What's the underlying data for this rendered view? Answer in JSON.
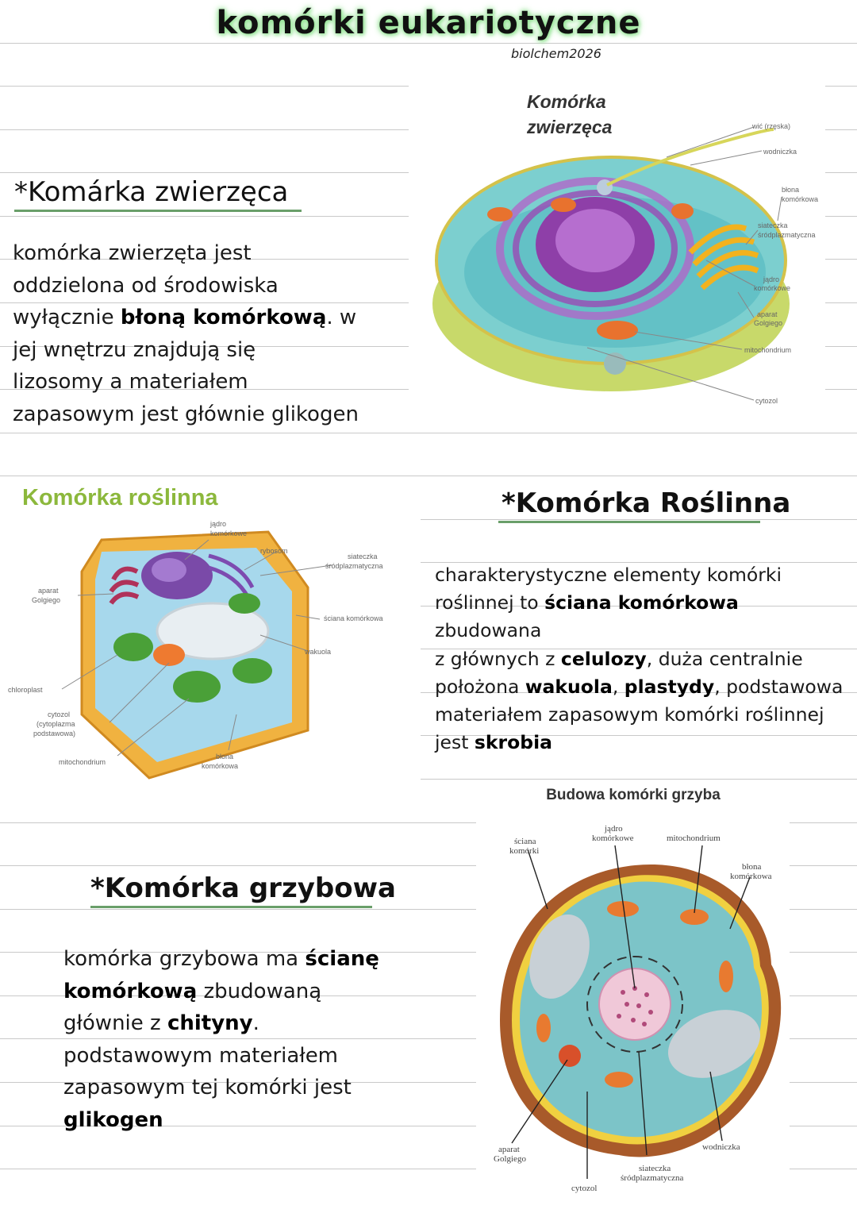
{
  "page": {
    "title": "komórki eukariotyczne",
    "author": "biolchem2026"
  },
  "animal": {
    "heading": "*Komárka zwierzęca",
    "lines": [
      [
        "komórka zwierzęta jest"
      ],
      [
        "oddzielona od środowiska"
      ],
      [
        "wyłącznie ",
        {
          "b": "błoną komórkową"
        },
        ". w"
      ],
      [
        "jej wnętrzu znajdują się"
      ],
      [
        "lizosomy a materiałem"
      ],
      [
        "zapasowym jest głównie glikogen"
      ]
    ],
    "figure": {
      "title_line1": "Komórka",
      "title_line2": "zwierzęca",
      "labels": [
        "wić (rzęska)",
        "wodniczka",
        "błona",
        "komórkowa",
        "siateczka",
        "śródplazmatyczna",
        "jądro",
        "komórkowe",
        "aparat",
        "Golgiego",
        "mitochondrium",
        "cytozol"
      ]
    }
  },
  "plant": {
    "heading": "*Komórka Roślinna",
    "lines": [
      [
        "charakterystyczne elementy komórki"
      ],
      [
        "roślinnej to ",
        {
          "b": "ściana komórkowa"
        },
        " zbudowana"
      ],
      [
        "z głównych z ",
        {
          "b": "celulozy"
        },
        ", duża centralnie"
      ],
      [
        "położona ",
        {
          "b": "wakuola"
        },
        ", ",
        {
          "b": "plastydy"
        },
        ", podstawowa"
      ],
      [
        "materiałem zapasowym komórki roślinnej"
      ],
      [
        "jest ",
        {
          "b": "skrobia"
        }
      ]
    ],
    "figure": {
      "title": "Komórka roślinna",
      "labels": [
        "jądro",
        "komórkowe",
        "rybosom",
        "siateczka",
        "śródplazmatyczna",
        "aparat",
        "Golgiego",
        "ściana komórkowa",
        "wakuola",
        "chloroplast",
        "cytozol",
        "(cytoplazma",
        "podstawowa)",
        "mitochondrium",
        "błona",
        "komórkowa"
      ]
    }
  },
  "fungus": {
    "heading": "*Komórka grzybowa",
    "lines": [
      [
        "komórka grzybowa ma ",
        {
          "b": "ścianę"
        }
      ],
      [
        {
          "b": "komórkową"
        },
        " zbudowaną"
      ],
      [
        "głównie z ",
        {
          "b": "chityny"
        },
        "."
      ],
      [
        "podstawowym materiałem"
      ],
      [
        "zapasowym tej komórki jest"
      ],
      [
        {
          "b": "glikogen"
        }
      ]
    ],
    "figure": {
      "title": "Budowa komórki grzyba",
      "labels": [
        "ściana",
        "komórki",
        "jądro",
        "komórkowe",
        "mitochondrium",
        "błona",
        "komórkowa",
        "aparat",
        "Golgiego",
        "cytozol",
        "siateczka",
        "śródplazmatyczna",
        "wodniczka"
      ]
    }
  },
  "colors": {
    "heading_underline": "#6a9f6a",
    "title_glow": "#8ee08e",
    "plant_title": "#8cb83c"
  }
}
